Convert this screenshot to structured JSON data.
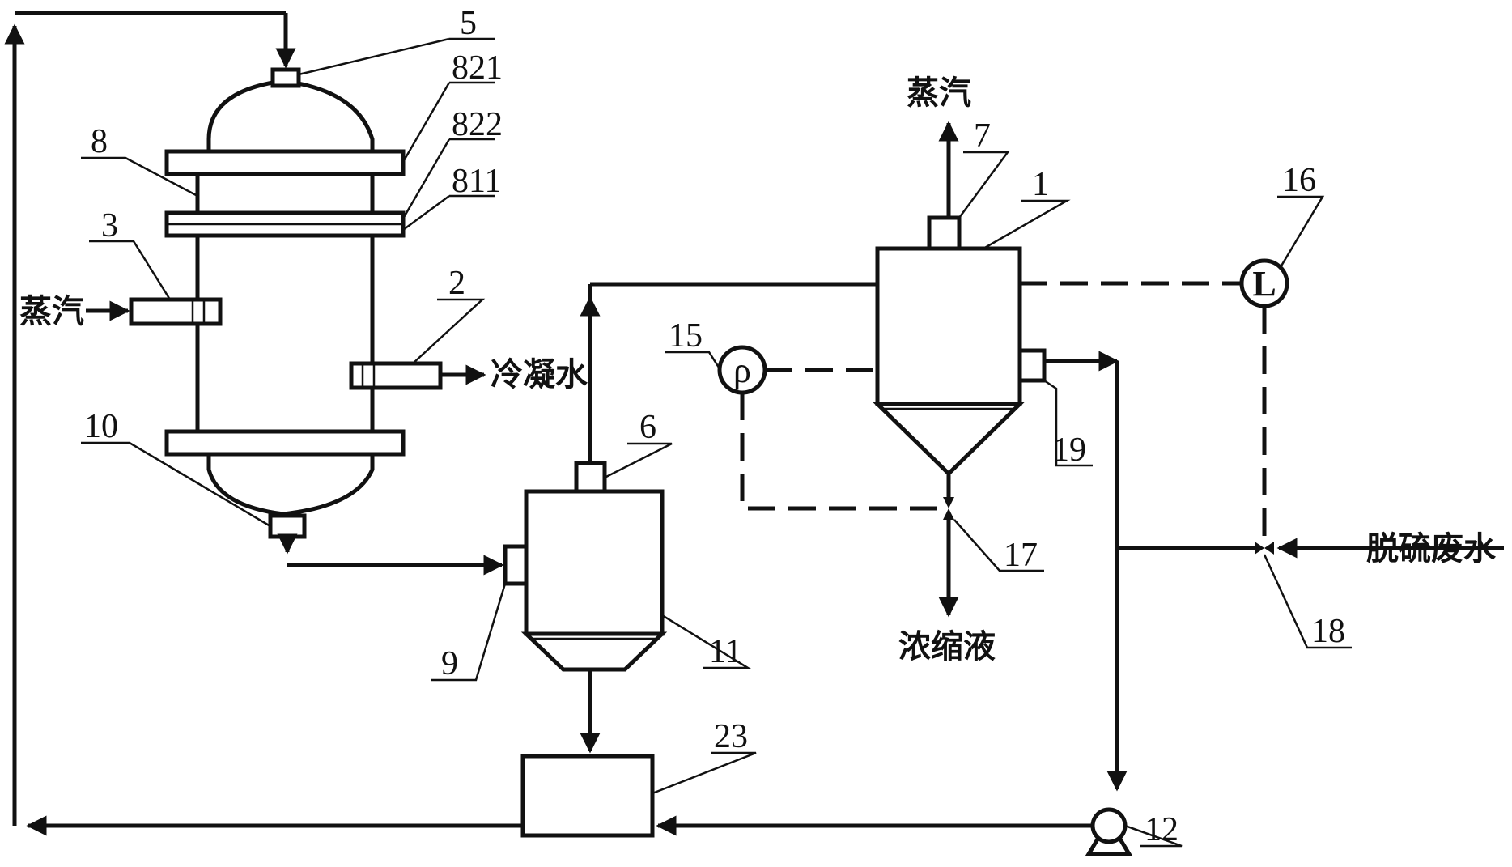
{
  "components": {
    "c1": "1",
    "c2": "2",
    "c3": "3",
    "c5": "5",
    "c6": "6",
    "c7": "7",
    "c8": "8",
    "c9": "9",
    "c10": "10",
    "c11": "11",
    "c12": "12",
    "c15": "15",
    "c16": "16",
    "c17": "17",
    "c18": "18",
    "c19": "19",
    "c23": "23",
    "c821": "821",
    "c822": "822",
    "c811": "811"
  },
  "streams": {
    "steam_top": "蒸汽",
    "steam_inlet": "蒸汽",
    "condensate": "冷凝水",
    "concentrate": "浓缩液",
    "wastewater": "脱硫废水"
  },
  "instruments": {
    "density_symbol": "ρ",
    "level_symbol": "L"
  }
}
